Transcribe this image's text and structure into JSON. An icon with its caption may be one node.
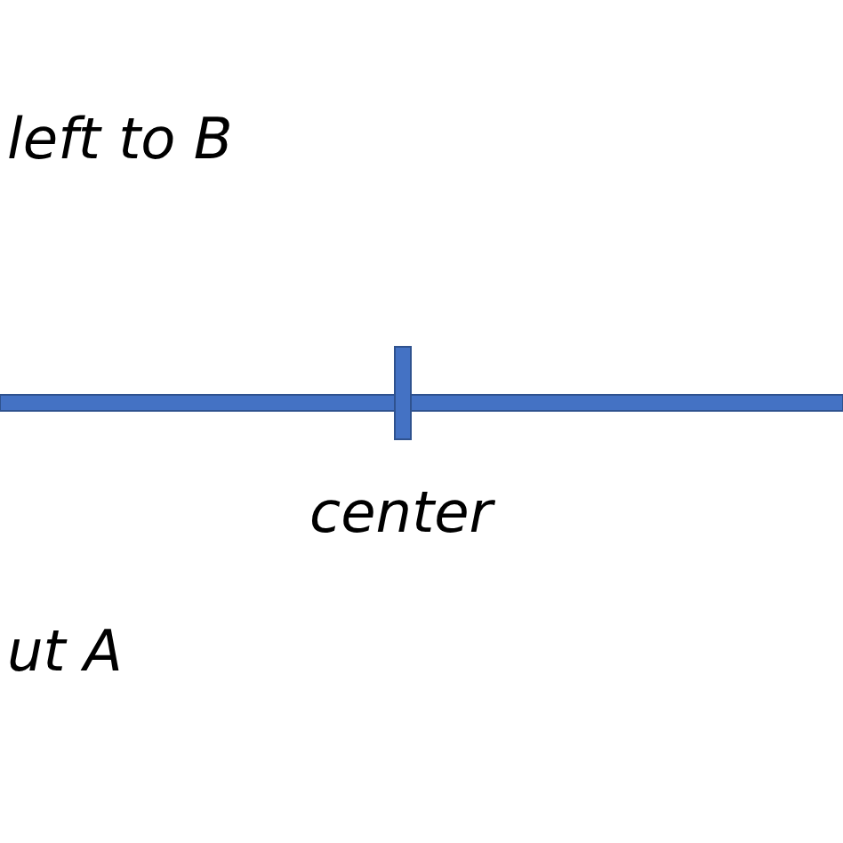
{
  "diagram": {
    "labels": [
      "left to B",
      "center",
      "ut A"
    ]
  }
}
